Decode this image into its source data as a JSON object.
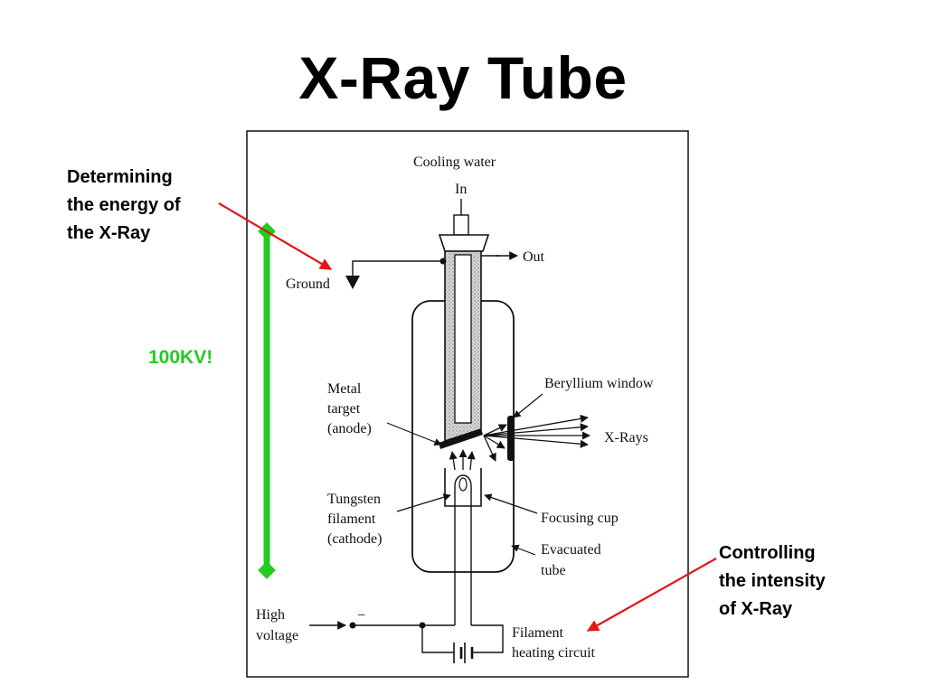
{
  "slide": {
    "title": "X-Ray Tube",
    "annotation_energy": "Determining\nthe energy of\nthe X-Ray",
    "annotation_intensity": "Controlling\nthe intensity\nof X-Ray",
    "voltage_label": "100KV!"
  },
  "diagram": {
    "cooling_water": "Cooling water",
    "in": "In",
    "out": "Out",
    "ground": "Ground",
    "metal_target": [
      "Metal",
      "target",
      "(anode)"
    ],
    "beryllium_window": "Beryllium window",
    "x_rays": "X-Rays",
    "tungsten_filament": [
      "Tungsten",
      "filament",
      "(cathode)"
    ],
    "focusing_cup": "Focusing cup",
    "evacuated_tube": [
      "Evacuated",
      "tube"
    ],
    "high_voltage": [
      "High",
      "voltage"
    ],
    "minus_sign": "−",
    "filament_heating": [
      "Filament",
      "heating circuit"
    ]
  },
  "colors": {
    "arrow_red": "#e01818",
    "bar_green": "#22cc22"
  }
}
